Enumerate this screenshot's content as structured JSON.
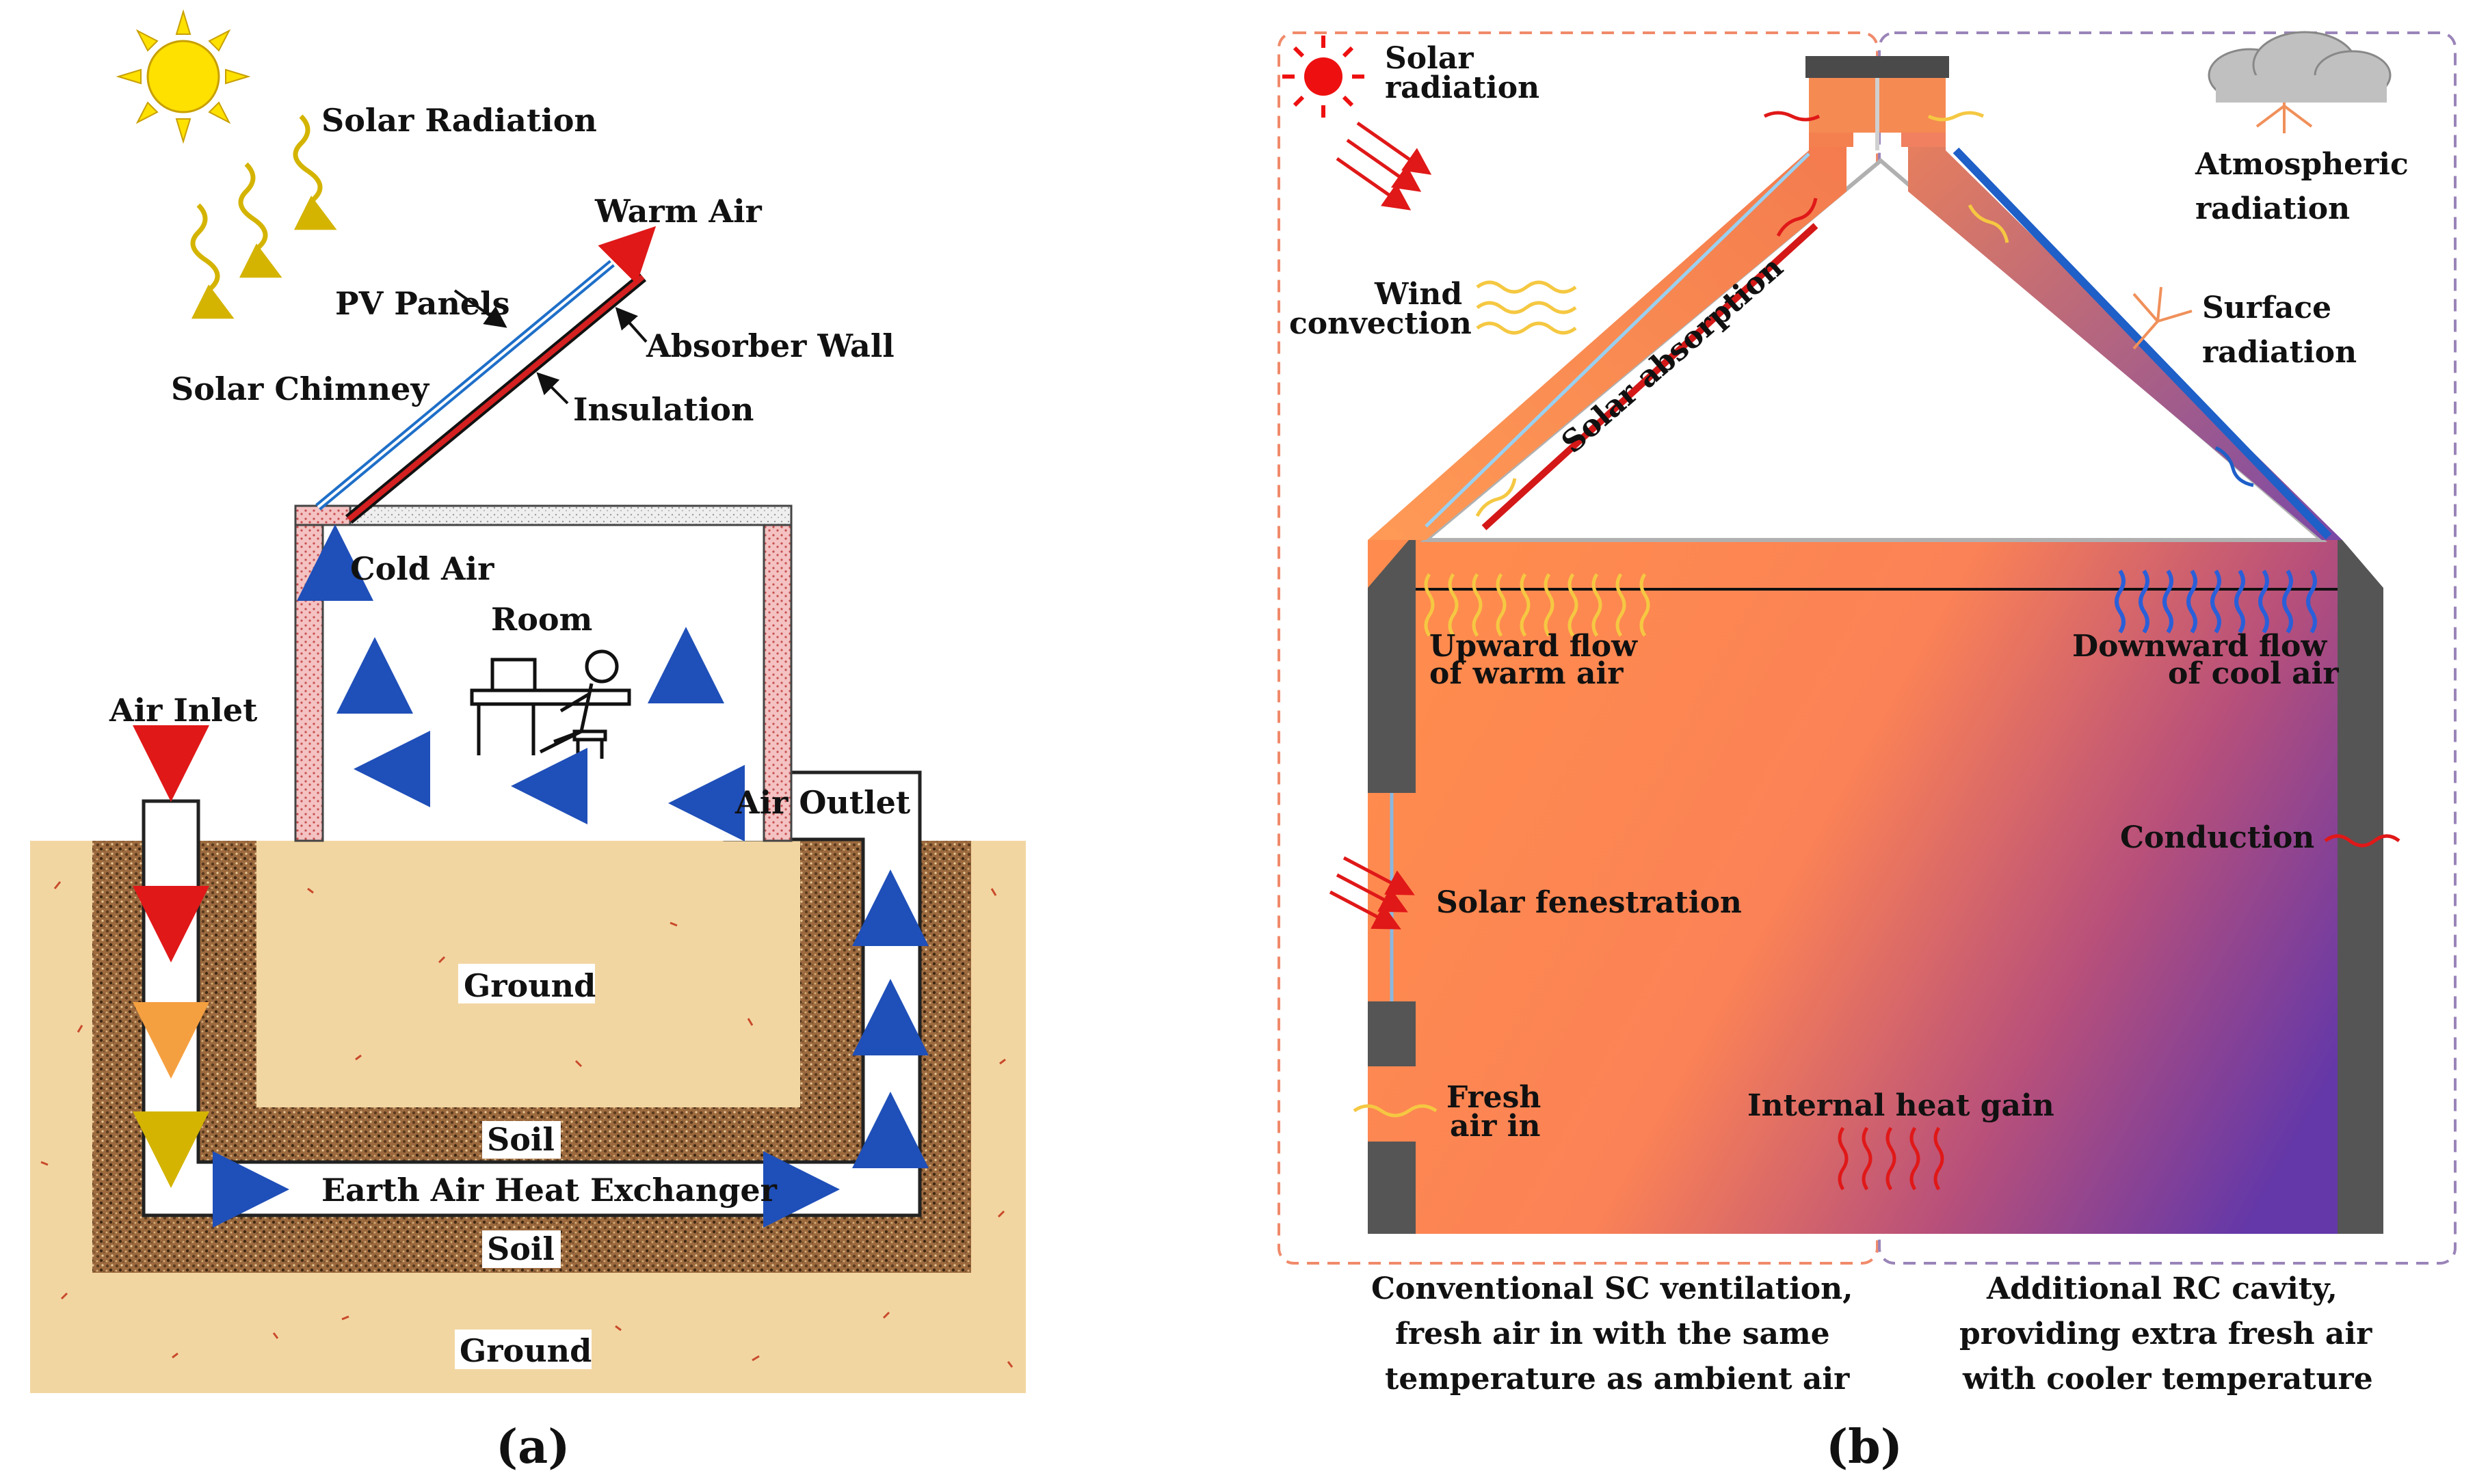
{
  "panel_a": {
    "caption": "(a)",
    "labels": {
      "solar_radiation": "Solar Radiation",
      "warm_air": "Warm Air",
      "pv_panels": "PV Panels",
      "absorber_wall": "Absorber Wall",
      "solar_chimney": "Solar Chimney",
      "insulation": "Insulation",
      "cold_air": "Cold Air",
      "room": "Room",
      "air_inlet": "Air Inlet",
      "air_outlet": "Air Outlet",
      "ground_inner": "Ground",
      "soil_upper": "Soil",
      "eahe": "Earth Air Heat Exchanger",
      "soil_lower": "Soil",
      "ground_bottom": "Ground"
    }
  },
  "panel_b": {
    "caption": "(b)",
    "labels": {
      "solar_radiation_1": "Solar",
      "solar_radiation_2": "radiation",
      "atmospheric_1": "Atmospheric",
      "atmospheric_2": "radiation",
      "wind_1": "Wind",
      "wind_2": "convection",
      "solar_absorption": "Solar absorption",
      "surface_1": "Surface",
      "surface_2": "radiation",
      "upward_1": "Upward flow",
      "upward_2": "of warm air",
      "downward_1": "Downward flow",
      "downward_2": "of cool air",
      "conduction": "Conduction",
      "solar_fenestration": "Solar fenestration",
      "fresh_1": "Fresh",
      "fresh_2": "air in",
      "internal_heat_gain": "Internal heat gain",
      "left_caption_1": "Conventional SC ventilation,",
      "left_caption_2": "fresh air in with the same",
      "left_caption_3": "temperature as ambient air",
      "right_caption_1": "Additional RC cavity,",
      "right_caption_2": "providing extra fresh air",
      "right_caption_3": "with cooler temperature"
    }
  },
  "colors": {
    "sun": "#ffe100",
    "warm_arrow": "#e02020",
    "cool_arrow": "#1f3fb0",
    "pv_panel": "#1e6fc8",
    "absorber": "#d42020",
    "sand": "#f2d6a2",
    "gradient_warm": "#ff8a4c",
    "gradient_cool": "#6a3aa8",
    "wall_gray": "#5a5a5a"
  }
}
